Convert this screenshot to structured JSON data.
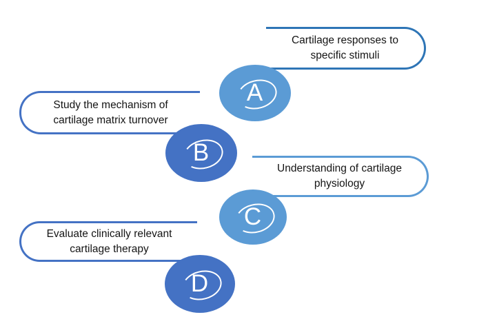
{
  "items": [
    {
      "letter": "A",
      "lines": [
        "Cartilage responses to",
        "specific stimuli"
      ],
      "tone": "light",
      "side": "right"
    },
    {
      "letter": "B",
      "lines": [
        "Study the mechanism of",
        "cartilage matrix turnover"
      ],
      "tone": "dark",
      "side": "left"
    },
    {
      "letter": "C",
      "lines": [
        "Understanding of cartilage",
        "physiology"
      ],
      "tone": "light",
      "side": "right"
    },
    {
      "letter": "D",
      "lines": [
        "Evaluate clinically relevant",
        "cartilage therapy"
      ],
      "tone": "dark",
      "side": "left"
    }
  ],
  "colors": {
    "circle_light_blue": "#5B9BD5",
    "circle_dark_blue": "#4472C4",
    "stroke_medium_blue": "#2E75B6",
    "stroke_light_blue": "#5B9BD5",
    "stroke_dark_blue": "#4472C4",
    "text": "#141414",
    "background": "#FFFFFF"
  }
}
